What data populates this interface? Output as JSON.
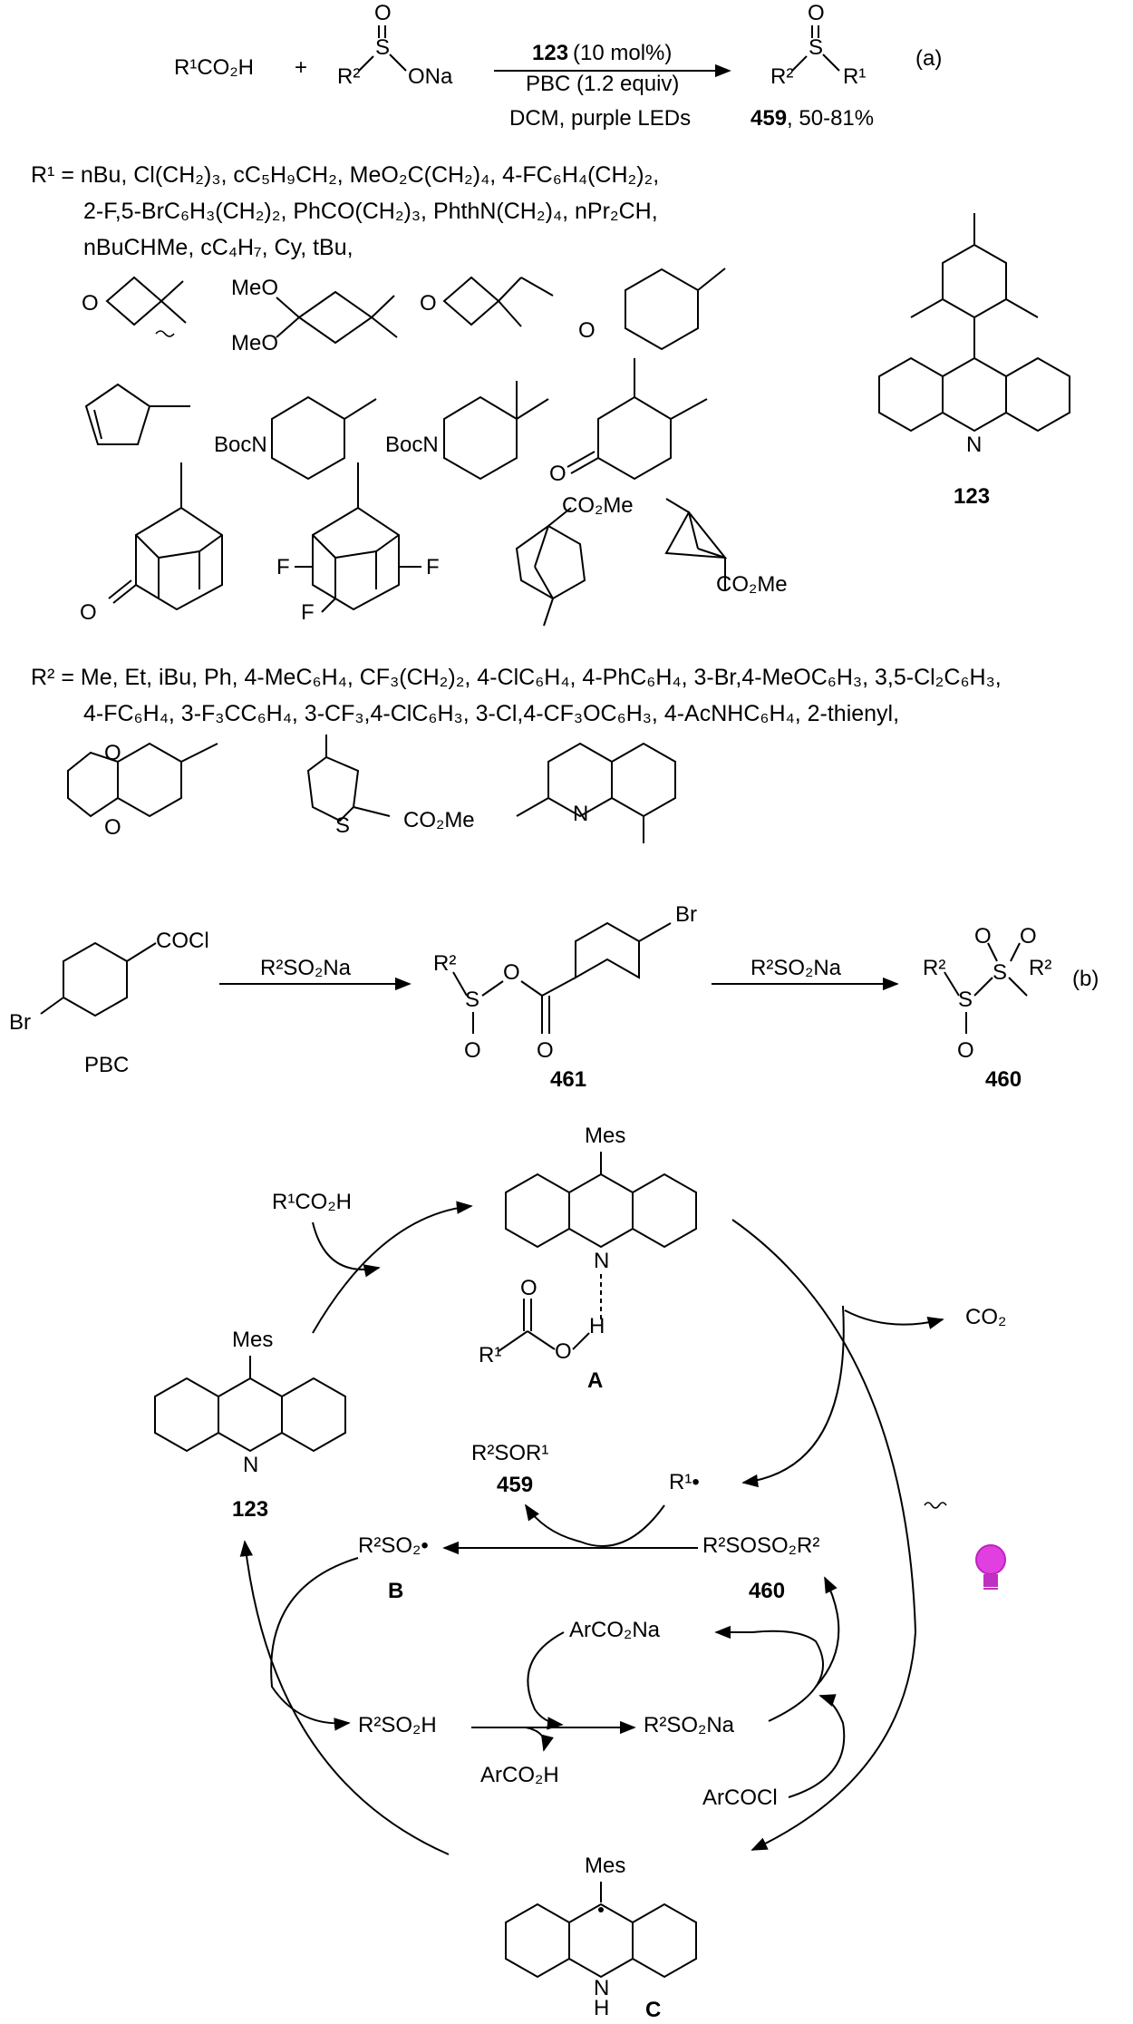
{
  "part_a": {
    "reactant_acid": "R¹CO₂H",
    "plus": "+",
    "reactant_sulfinate_r": "R²",
    "reactant_sulfinate_s": "S",
    "reactant_sulfinate_o": "O",
    "reactant_sulfinate_ona": "ONa",
    "catalyst": "123",
    "catalyst_loading": "(10 mol%)",
    "reagent": "PBC (1.2 equiv)",
    "conditions": "DCM, purple LEDs",
    "product_r2": "R²",
    "product_s": "S",
    "product_o": "O",
    "product_r1": "R¹",
    "product_label": "459",
    "yield": ", 50-81%",
    "part_tag": "(a)"
  },
  "r1_scope": {
    "line1": "R¹ = nBu, Cl(CH₂)₃, cC₅H₉CH₂, MeO₂C(CH₂)₄, 4-FC₆H₄(CH₂)₂,",
    "line2": "2-F,5-BrC₆H₃(CH₂)₂, PhCO(CH₂)₃, PhthN(CH₂)₄, nPr₂CH,",
    "line3": "nBuCHMe, cC₄H₇, Cy, tBu,",
    "struct_labels": {
      "oxetane_o": "O",
      "dimethoxy_meo1": "MeO",
      "dimethoxy_meo2": "MeO",
      "ethyl_oxetane_o": "O",
      "thp_o": "O",
      "boc1": "BocN",
      "boc2": "BocN",
      "ketone_o": "O",
      "adamantanone_o": "O",
      "difluoro_f1": "F",
      "difluoro_f2": "F",
      "difluoro_f3": "F",
      "bco_ester": "CO₂Me",
      "bcp_ester": "CO₂Me"
    }
  },
  "catalyst_structure": {
    "n_label": "N",
    "label": "123"
  },
  "r2_scope": {
    "line1": "R² = Me, Et, iBu, Ph, 4-MeC₆H₄, CF₃(CH₂)₂, 4-ClC₆H₄, 4-PhC₆H₄, 3-Br,4-MeOC₆H₃, 3,5-Cl₂C₆H₃,",
    "line2": "4-FC₆H₄, 3-F₃CC₆H₄, 3-CF₃,4-ClC₆H₃, 3-Cl,4-CF₃OC₆H₃, 4-AcNHC₆H₄, 2-thienyl,",
    "struct_labels": {
      "dioxane_o1": "O",
      "dioxane_o2": "O",
      "thiophene_s": "S",
      "thiophene_ester": "CO₂Me",
      "quinoline_n": "N"
    }
  },
  "part_b": {
    "pbc_cocl": "COCl",
    "pbc_br": "Br",
    "pbc_label": "PBC",
    "reagent1": "R²SO₂Na",
    "int_r2": "R²",
    "int_s": "S",
    "int_o_bridge": "O",
    "int_o_s": "O",
    "int_o_c": "O",
    "int_br": "Br",
    "int_label": "461",
    "reagent2": "R²SO₂Na",
    "prod_r2a": "R²",
    "prod_r2b": "R²",
    "prod_s1": "S",
    "prod_s2": "S",
    "prod_o1": "O",
    "prod_o2": "O",
    "prod_o3": "O",
    "prod_label": "460",
    "part_tag": "(b)"
  },
  "mechanism": {
    "a_mes": "Mes",
    "a_n": "N",
    "a_o1": "O",
    "a_o2": "O",
    "a_h": "H",
    "a_r1": "R¹",
    "a_label": "A",
    "r1co2h": "R¹CO₂H",
    "co2": "CO₂",
    "cat_mes": "Mes",
    "cat_n": "N",
    "cat_label": "123",
    "r2sor1": "R²SOR¹",
    "r2sor1_label": "459",
    "r1_radical": "R¹•",
    "b_species": "R²SO₂•",
    "b_label": "B",
    "r2sosor2": "R²SOSO₂R²",
    "r2sosor2_label": "460",
    "arco2na": "ArCO₂Na",
    "r2so2h": "R²SO₂H",
    "r2so2na": "R²SO₂Na",
    "arco2h": "ArCO₂H",
    "arcocl": "ArCOCl",
    "c_mes": "Mes",
    "c_n": "N",
    "c_h": "H",
    "c_label": "C",
    "light_color": "#e040e0"
  }
}
